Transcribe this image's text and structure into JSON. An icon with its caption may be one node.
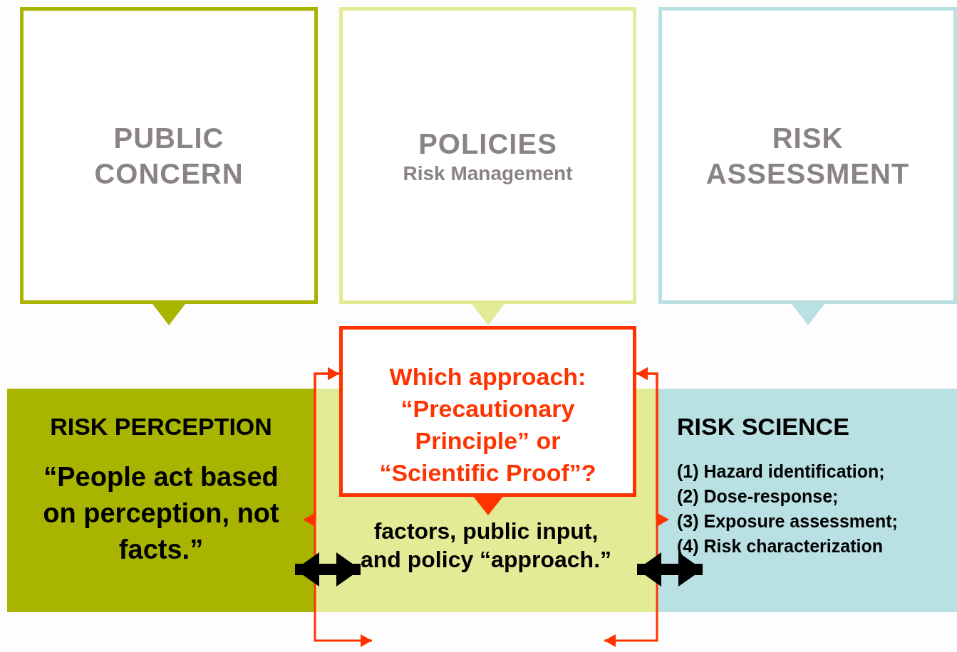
{
  "diagram": {
    "nodes": [
      {
        "text": [
          "PUBLIC CONCERN"
        ]
      },
      {
        "text": [
          "POLICIES",
          "Risk Management"
        ]
      },
      {
        "text": [
          "RISK ASSESSMENT"
        ]
      },
      {
        "text": [
          "RISK PERCEPTION",
          "“People act based on perception, not facts.”"
        ]
      },
      {
        "text": [
          "factors, public input, and policy “approach.”"
        ]
      },
      {
        "text": [
          "RISK SCIENCE",
          "(1) Hazard identification;",
          "(2) Dose-response;",
          "(3) Exposure assessment;",
          "(4) Risk characterization"
        ]
      },
      {
        "text": [
          "Which approach: “Precautionary Principle” or “Scientific Proof”?"
        ]
      }
    ],
    "edges": [
      {
        "from": 6,
        "to": 3,
        "arrow": "both"
      },
      {
        "from": 6,
        "to": null,
        "arrow": "both"
      },
      {
        "from": 6,
        "to": 5,
        "arrow": "both"
      },
      {
        "from": 6,
        "to": null,
        "arrow": "both"
      },
      {
        "from": 3,
        "to": 4,
        "arrow": "both",
        "style": "thick",
        "color": "#000000"
      },
      {
        "from": 4,
        "to": 5,
        "arrow": "both",
        "style": "thick",
        "color": "#000000"
      }
    ]
  }
}
